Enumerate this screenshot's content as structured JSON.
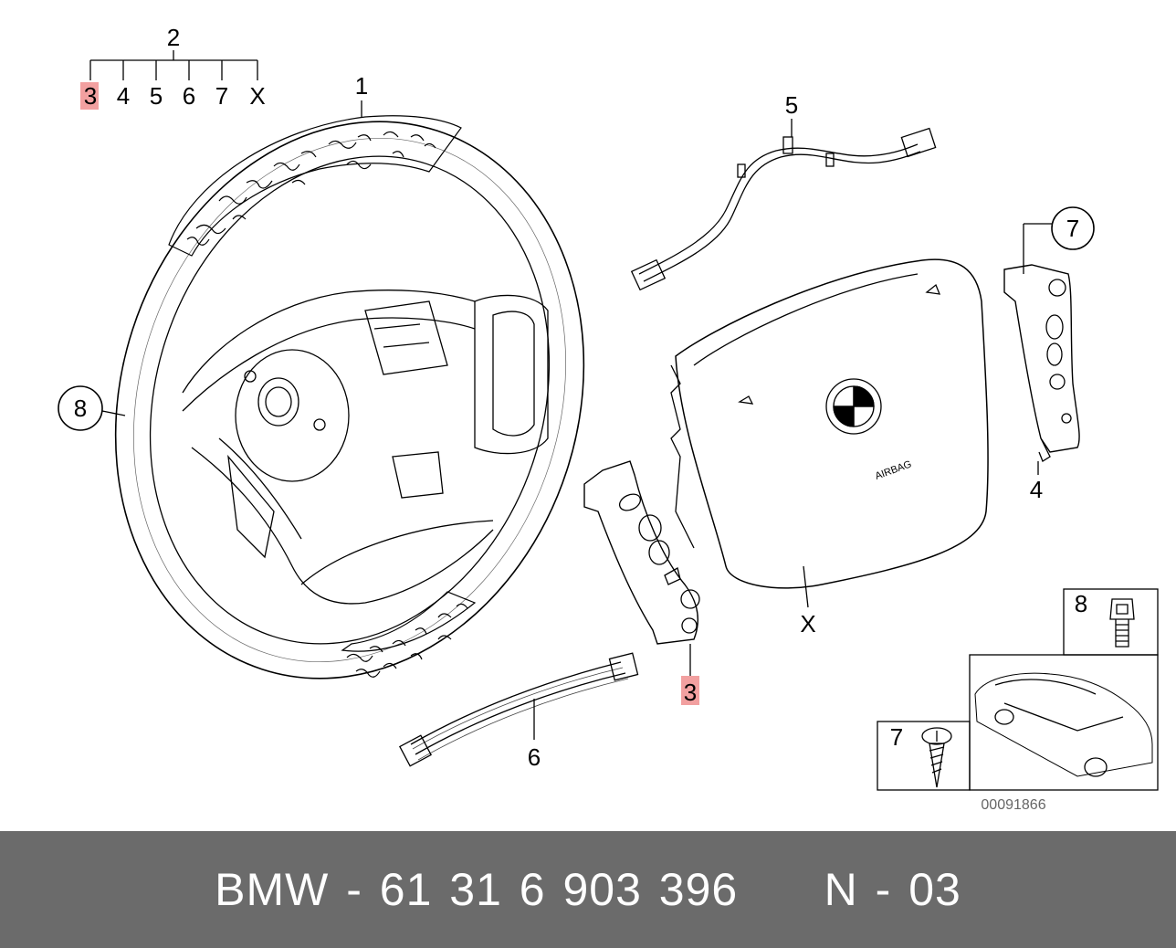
{
  "diagram": {
    "tree": {
      "top_label": "2",
      "children": [
        "3",
        "4",
        "5",
        "6",
        "7",
        "X"
      ],
      "highlighted": "3"
    },
    "callouts": {
      "steering_wheel": "1",
      "wiring_harness": "5",
      "right_switch_top": "7",
      "right_switch_bottom": "4",
      "rim_circle": "8",
      "airbag": "X",
      "left_switch": "3",
      "ribbon_cable": "6"
    },
    "airbag_text": "AIRBAG",
    "inset_bolt_label": "8",
    "inset_screw_label": "7",
    "drawing_number": "00091866"
  },
  "footer": {
    "text": "BMW - 61 31 6 903 396     N - 03",
    "background": "#6b6b6b"
  },
  "colors": {
    "highlight": "#f2a0a0",
    "line": "#000000"
  }
}
